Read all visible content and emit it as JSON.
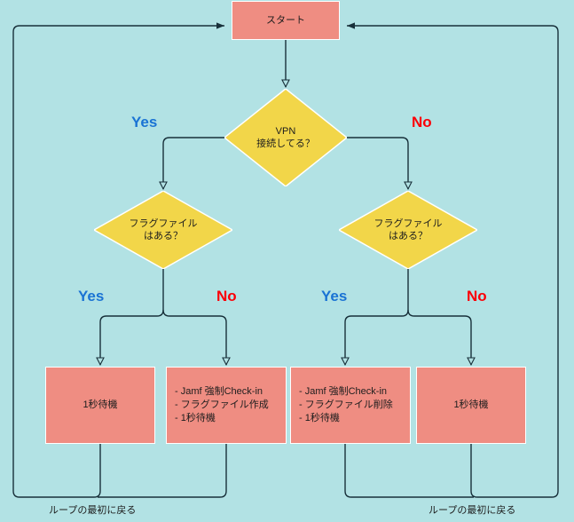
{
  "diagram": {
    "title": "VPN check-in loop flowchart",
    "colors": {
      "background": "#b2e2e4",
      "process_fill": "#ef8d82",
      "decision_fill": "#f2d649",
      "edge": "#18303a",
      "yes_label": "#1a73d4",
      "no_label": "#fb0007"
    },
    "nodes": {
      "start": {
        "text": "スタート"
      },
      "vpn_decision": {
        "line1": "VPN",
        "line2": "接続してる？"
      },
      "flag_left_decision": {
        "line1": "フラグファイル",
        "line2": "はある？"
      },
      "flag_right_decision": {
        "line1": "フラグファイル",
        "line2": "はある？"
      },
      "wait_left": {
        "text": "1秒待機"
      },
      "create_flag": {
        "line1": "- Jamf 強制Check-in",
        "line2": "- フラグファイル作成",
        "line3": "- 1秒待機"
      },
      "delete_flag": {
        "line1": "- Jamf 強制Check-in",
        "line2": "- フラグファイル削除",
        "line3": "- 1秒待機"
      },
      "wait_right": {
        "text": "1秒待機"
      }
    },
    "edge_labels": {
      "vpn_yes": "Yes",
      "vpn_no": "No",
      "flag_left_yes": "Yes",
      "flag_left_no": "No",
      "flag_right_yes": "Yes",
      "flag_right_no": "No"
    },
    "footers": {
      "left": "ループの最初に戻る",
      "right": "ループの最初に戻る"
    }
  }
}
